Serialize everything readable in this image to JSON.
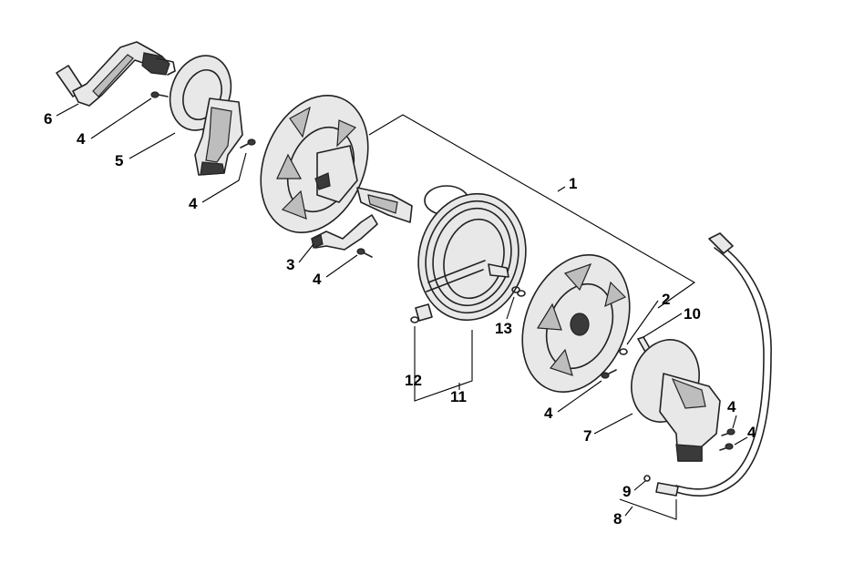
{
  "callouts": {
    "c1": "1",
    "c2": "2",
    "c3": "3",
    "c4a": "4",
    "c4b": "4",
    "c4c": "4",
    "c4d": "4",
    "c4e": "4",
    "c4f": "4",
    "c5": "5",
    "c6": "6",
    "c7": "7",
    "c8": "8",
    "c9": "9",
    "c10": "10",
    "c11": "11",
    "c12": "12",
    "c13": "13"
  }
}
